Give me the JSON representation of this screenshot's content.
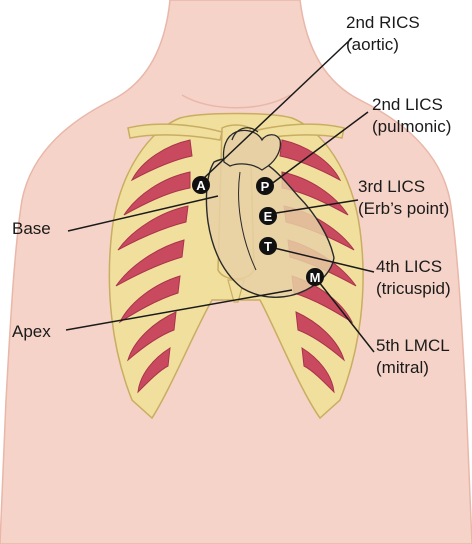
{
  "colors": {
    "skin": "#f6d3c8",
    "skin_edge": "#e9b7a8",
    "bone": "#f1df9e",
    "bone_edge": "#c9ad62",
    "muscle": "#c94a5e",
    "muscle_dark": "#a8344b",
    "heart": "#e7d0a4",
    "badge": "#111111",
    "leader": "#1a1a1a"
  },
  "labels": {
    "aortic": {
      "line1": "2nd RICS",
      "line2": "(aortic)"
    },
    "pulmonic": {
      "line1": "2nd LICS",
      "line2": "(pulmonic)"
    },
    "erbs": {
      "line1": "3rd LICS",
      "line2": "(Erb’s point)"
    },
    "tricuspid": {
      "line1": "4th LICS",
      "line2": "(tricuspid)"
    },
    "mitral": {
      "line1": "5th LMCL",
      "line2": "(mitral)"
    },
    "base": "Base",
    "apex": "Apex"
  },
  "markers": {
    "aortic": "A",
    "pulmonic": "P",
    "erbs": "E",
    "tricuspid": "T",
    "mitral": "M"
  }
}
